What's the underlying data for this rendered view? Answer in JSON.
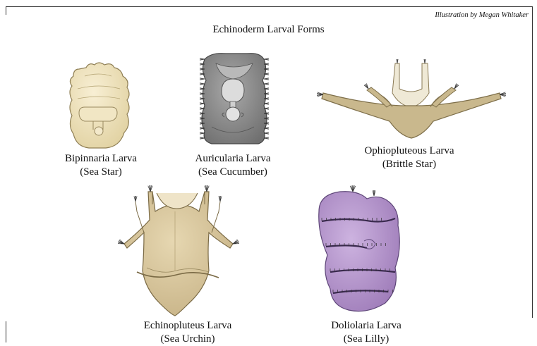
{
  "credit": "Illustration by Megan Whitaker",
  "title": "Echinoderm Larval Forms",
  "larvae": [
    {
      "name": "Bipinnaria Larva",
      "common": "(Sea Star)",
      "color": "#efe3bd"
    },
    {
      "name": "Auricularia Larva",
      "common": "(Sea Cucumber)",
      "color": "#8e8e8e"
    },
    {
      "name": "Ophiopluteous Larva",
      "common": "(Brittle Star)",
      "color": "#c8b88f"
    },
    {
      "name": "Echinopluteus Larva",
      "common": "(Sea Urchin)",
      "color": "#d6c49a"
    },
    {
      "name": "Doliolaria Larva",
      "common": "(Sea Lilly)",
      "color": "#b493cc"
    }
  ]
}
